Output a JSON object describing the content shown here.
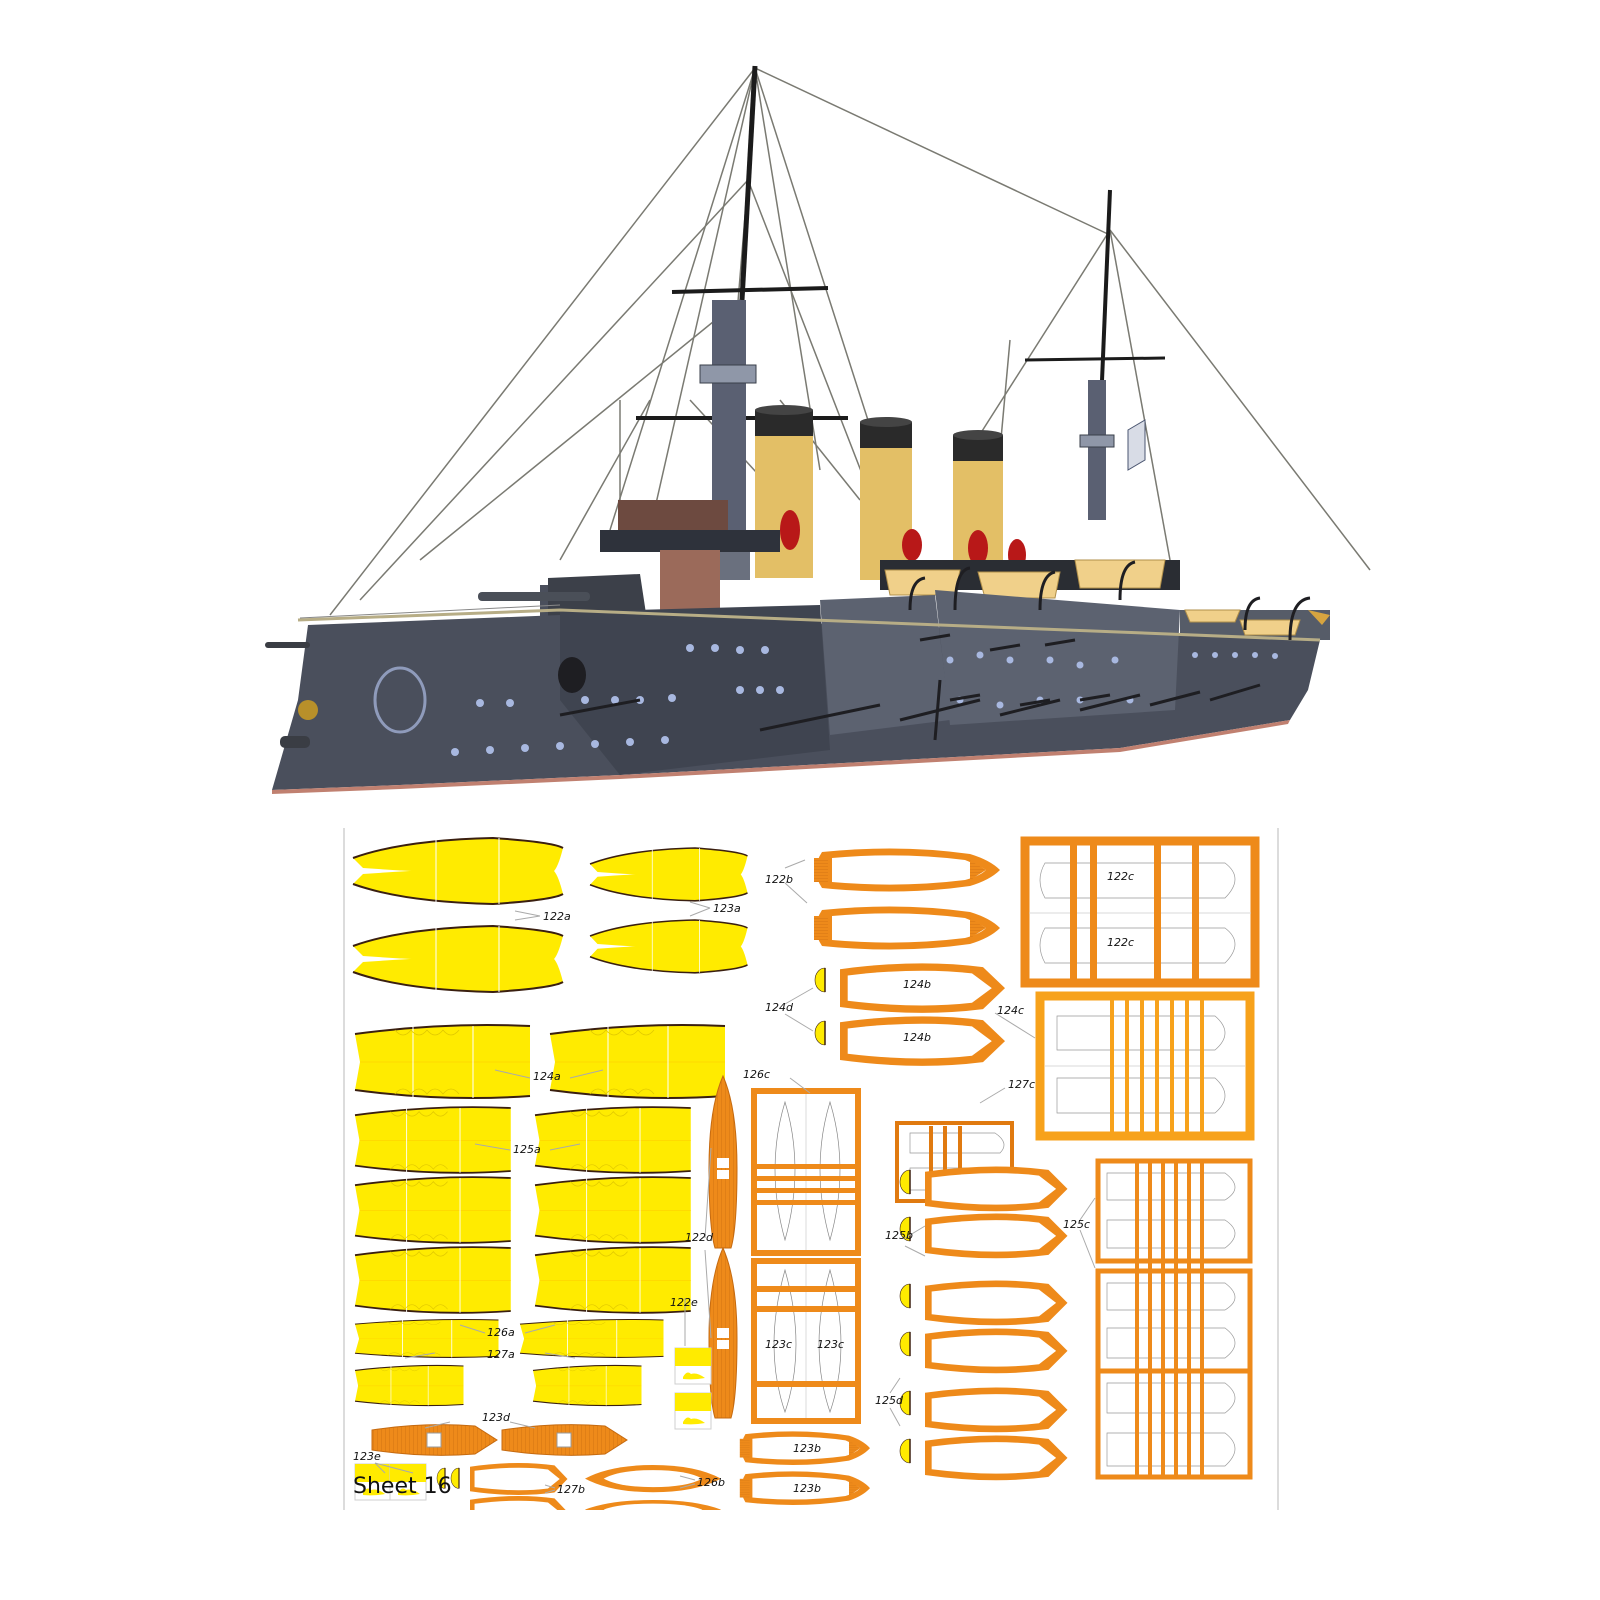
{
  "product": {
    "subject": "Paper model battleship kit",
    "photo_alt": "Assembled paper model of a pre-dreadnought battleship with three yellow funnels and two masts"
  },
  "colors": {
    "hull_gray": "#4a4f5c",
    "hull_dark": "#2e323b",
    "funnel_yellow": "#e8c56a",
    "funnel_cap": "#2a2a2a",
    "boat_tan": "#f0d08a",
    "porthole_blue": "#a8b8e0",
    "waterline": "#c08070",
    "part_yellow": "#ffeb00",
    "part_orange": "#ee8a1a",
    "part_orange_light": "#f7a21b",
    "outline_brown": "#3a1f10"
  },
  "sheet": {
    "title": "Sheet 16",
    "labels": {
      "l122a": "122a",
      "l123a": "123a",
      "l122b": "122b",
      "l122c_1": "122c",
      "l122c_2": "122c",
      "l124b_1": "124b",
      "l124b_2": "124b",
      "l124d": "124d",
      "l124c": "124c",
      "l124a": "124a",
      "l126c": "126c",
      "l127c": "127c",
      "l125a": "125a",
      "l122d": "122d",
      "l123c_1": "123c",
      "l123c_2": "123c",
      "l125b": "125b",
      "l125c": "125c",
      "l125d": "125d",
      "l122e": "122e",
      "l126a": "126a",
      "l127a": "127a",
      "l123d": "123d",
      "l123e": "123e",
      "l127b": "127b",
      "l126b": "126b",
      "l123b_1": "123b",
      "l123b_2": "123b"
    }
  }
}
